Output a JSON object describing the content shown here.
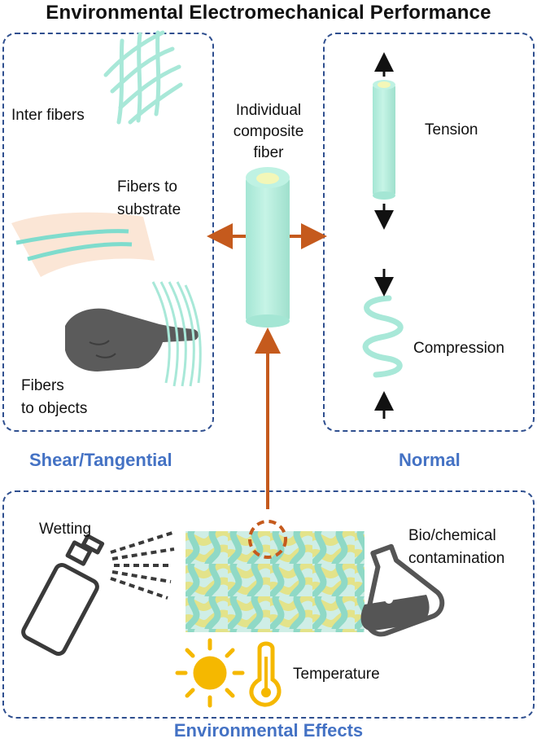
{
  "title": "Environmental Electromechanical Performance",
  "shear_panel": {
    "inter_fibers": "Inter fibers",
    "fibers_to_substrate_l1": "Fibers to",
    "fibers_to_substrate_l2": "substrate",
    "fibers_to_objects_l1": "Fibers",
    "fibers_to_objects_l2": "to objects",
    "caption": "Shear/Tangential"
  },
  "center": {
    "fiber_l1": "Individual",
    "fiber_l2": "composite",
    "fiber_l3": "fiber"
  },
  "normal_panel": {
    "tension": "Tension",
    "compression": "Compression",
    "caption": "Normal"
  },
  "environment_panel": {
    "wetting": "Wetting",
    "bio_l1": "Bio/chemical",
    "bio_l2": "contamination",
    "temperature": "Temperature",
    "caption": "Environmental Effects"
  },
  "colors": {
    "fiber": "#b4ecdc",
    "fiber_core": "#f3f7b8",
    "arrow_orange": "#c55a1d",
    "panel_border": "#2f4f8f",
    "caption_blue": "#4472c4",
    "sun": "#f5b800",
    "icon_gray": "#555555",
    "yarn_yellow": "#e3e38a"
  }
}
